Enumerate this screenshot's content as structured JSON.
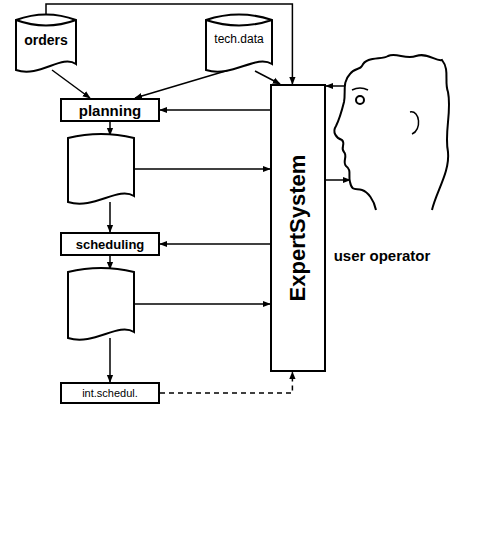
{
  "diagram": {
    "nodes": [
      {
        "text": [
          "orders"
        ]
      },
      {
        "text": [
          "tech.data"
        ]
      },
      {
        "text": [
          "planning"
        ]
      },
      {
        "text": []
      },
      {
        "text": [
          "scheduling"
        ]
      },
      {
        "text": []
      },
      {
        "text": [
          "int.schedul."
        ]
      },
      {
        "text": [
          "ExpertSystem"
        ]
      },
      {
        "text": [
          "user operator"
        ]
      }
    ],
    "edges": [
      {
        "from": 0,
        "to": 2,
        "arrow": "to"
      },
      {
        "from": 0,
        "to": 7,
        "arrow": "to"
      },
      {
        "from": 1,
        "to": 2,
        "arrow": "to"
      },
      {
        "from": 1,
        "to": 7,
        "arrow": "to"
      },
      {
        "from": 7,
        "to": 2,
        "arrow": "to"
      },
      {
        "from": 2,
        "to": 3,
        "arrow": "to"
      },
      {
        "from": 3,
        "to": 7,
        "arrow": "to"
      },
      {
        "from": 3,
        "to": 4,
        "arrow": "to"
      },
      {
        "from": 7,
        "to": 4,
        "arrow": "to"
      },
      {
        "from": 4,
        "to": 5,
        "arrow": "to"
      },
      {
        "from": 5,
        "to": 7,
        "arrow": "to"
      },
      {
        "from": 5,
        "to": 6,
        "arrow": "to"
      },
      {
        "from": 6,
        "to": 7,
        "arrow": "to"
      },
      {
        "from": 8,
        "to": 7,
        "arrow": "to"
      },
      {
        "from": 7,
        "to": 8,
        "arrow": "to"
      }
    ]
  }
}
